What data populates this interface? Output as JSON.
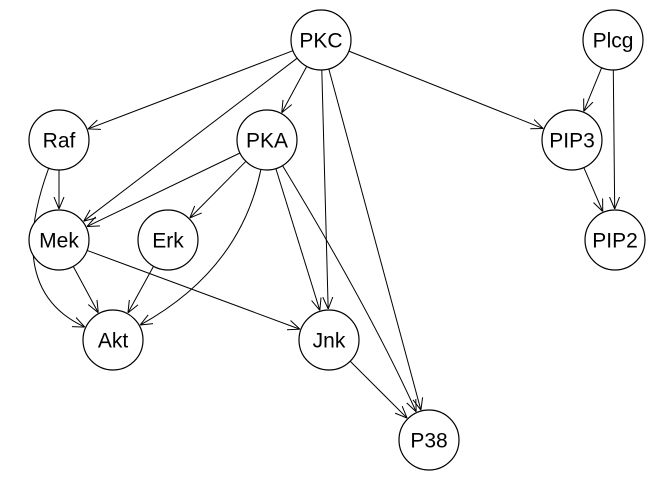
{
  "nodes": [
    {
      "id": "PKC",
      "label": "PKC"
    },
    {
      "id": "Plcg",
      "label": "Plcg"
    },
    {
      "id": "Raf",
      "label": "Raf"
    },
    {
      "id": "PKA",
      "label": "PKA"
    },
    {
      "id": "PIP3",
      "label": "PIP3"
    },
    {
      "id": "Mek",
      "label": "Mek"
    },
    {
      "id": "Erk",
      "label": "Erk"
    },
    {
      "id": "PIP2",
      "label": "PIP2"
    },
    {
      "id": "Akt",
      "label": "Akt"
    },
    {
      "id": "Jnk",
      "label": "Jnk"
    },
    {
      "id": "P38",
      "label": "P38"
    }
  ],
  "edges": [
    {
      "from": "PKC",
      "to": "Raf"
    },
    {
      "from": "PKC",
      "to": "PKA"
    },
    {
      "from": "PKC",
      "to": "Mek"
    },
    {
      "from": "PKC",
      "to": "Jnk"
    },
    {
      "from": "PKC",
      "to": "P38"
    },
    {
      "from": "PKC",
      "to": "PIP3"
    },
    {
      "from": "Plcg",
      "to": "PIP3"
    },
    {
      "from": "Plcg",
      "to": "PIP2"
    },
    {
      "from": "PIP3",
      "to": "PIP2"
    },
    {
      "from": "Raf",
      "to": "Mek"
    },
    {
      "from": "Raf",
      "to": "Akt"
    },
    {
      "from": "PKA",
      "to": "Mek"
    },
    {
      "from": "PKA",
      "to": "Erk"
    },
    {
      "from": "PKA",
      "to": "Akt"
    },
    {
      "from": "PKA",
      "to": "Jnk"
    },
    {
      "from": "PKA",
      "to": "P38"
    },
    {
      "from": "Mek",
      "to": "Akt"
    },
    {
      "from": "Mek",
      "to": "Jnk"
    },
    {
      "from": "Erk",
      "to": "Akt"
    },
    {
      "from": "Jnk",
      "to": "P38"
    }
  ]
}
